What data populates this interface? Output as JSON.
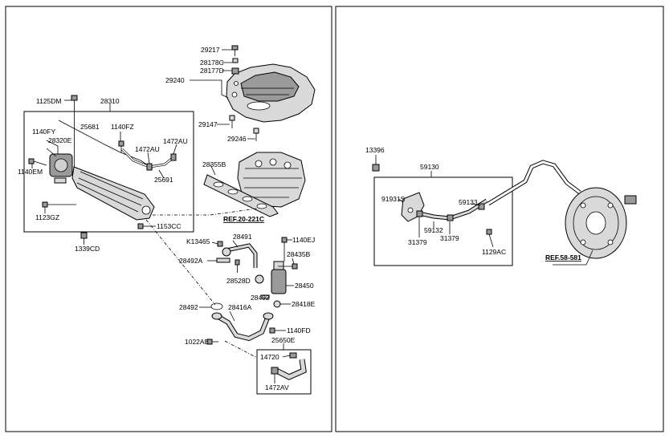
{
  "left_panel": {
    "labels": {
      "p29217": "29217",
      "p28178C": "28178C",
      "p28177D": "28177D",
      "p29240": "29240",
      "p29147": "29147",
      "p29246": "29246",
      "p1125DM": "1125DM",
      "p28310": "28310",
      "p1140FY": "1140FY",
      "p25681": "25681",
      "p1140FZ": "1140FZ",
      "p28320E": "28320E",
      "p1472AU_a": "1472AU",
      "p1472AU_b": "1472AU",
      "p1140EM": "1140EM",
      "p25691": "25691",
      "p28355B": "28355B",
      "p1123GZ": "1123GZ",
      "p1153CC": "1153CC",
      "pREF20": "REF.20-221C",
      "p1339CD": "1339CD",
      "pK13465": "K13465",
      "p28491": "28491",
      "p1140EJ": "1140EJ",
      "p28492A": "28492A",
      "p28435B": "28435B",
      "p28528D": "28528D",
      "p28450": "28450",
      "p28492_a": "28492",
      "p28418E": "28418E",
      "p28492_b": "28492",
      "p28416A": "28416A",
      "p1140FD": "1140FD",
      "p1022AE": "1022AE",
      "p25650E": "25650E",
      "p14720": "14720",
      "p1472AV": "1472AV"
    }
  },
  "right_panel": {
    "labels": {
      "p13396": "13396",
      "p59130": "59130",
      "p91931S": "91931S",
      "p59133": "59133",
      "p59132": "59132",
      "p31379_a": "31379",
      "p31379_b": "31379",
      "p1129AC": "1129AC",
      "pREF58": "REF.58-581"
    }
  }
}
